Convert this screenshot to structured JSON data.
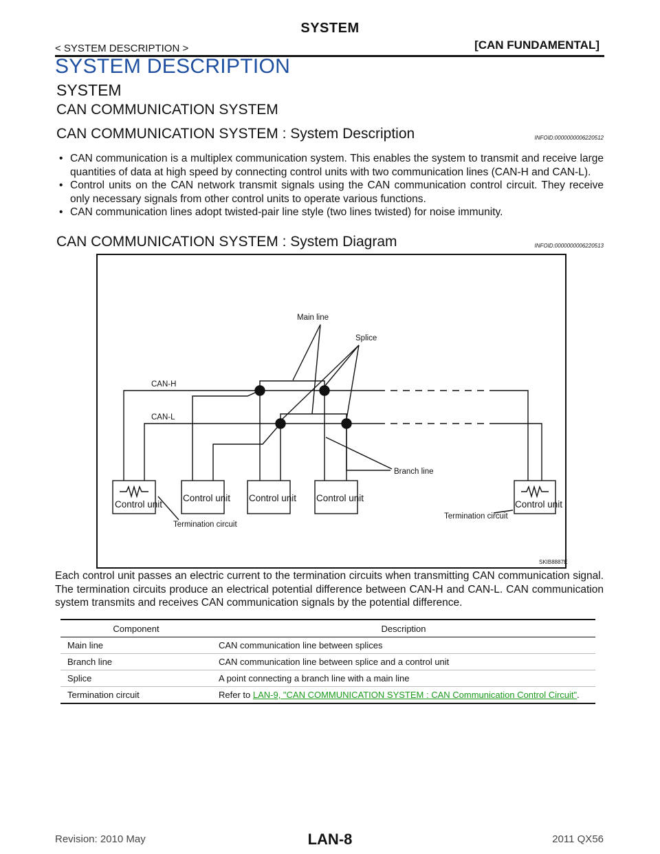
{
  "header": {
    "title": "SYSTEM",
    "breadcrumb": "< SYSTEM DESCRIPTION >",
    "section_tag": "[CAN FUNDAMENTAL]"
  },
  "headings": {
    "h1": "SYSTEM DESCRIPTION",
    "h2": "SYSTEM",
    "h3": "CAN COMMUNICATION SYSTEM",
    "h4_description": "CAN COMMUNICATION SYSTEM : System Description",
    "infoid_description": "INFOID:0000000006220512",
    "h4_diagram": "CAN COMMUNICATION SYSTEM : System Diagram",
    "infoid_diagram": "INFOID:0000000006220513"
  },
  "bullets": [
    "CAN communication is a multiplex communication system. This enables the system to transmit and receive large quantities of data at high speed by connecting control units with two communication lines (CAN-H and CAN-L).",
    "Control units on the CAN network transmit signals using the CAN communication control circuit. They receive only necessary signals from other control units to operate various functions.",
    "CAN communication lines adopt twisted-pair line style (two lines twisted) for noise immunity."
  ],
  "diagram": {
    "label_main_line": "Main line",
    "label_splice": "Splice",
    "label_can_h": "CAN-H",
    "label_can_l": "CAN-L",
    "label_branch_line": "Branch line",
    "label_control_unit": "Control unit",
    "label_termination_left": "Termination circuit",
    "label_termination_right": "Termination circuit",
    "figure_code": "SKIB8887E"
  },
  "paragraph": "Each control unit passes an electric current to the termination circuits when transmitting CAN communication signal. The termination circuits produce an electrical potential difference between CAN-H and CAN-L. CAN communication system transmits and receives CAN communication signals by the potential difference.",
  "table": {
    "headers": [
      "Component",
      "Description"
    ],
    "rows": [
      {
        "component": "Main line",
        "description": "CAN communication line between splices"
      },
      {
        "component": "Branch line",
        "description": "CAN communication line between splice and a control unit"
      },
      {
        "component": "Splice",
        "description": "A point connecting a branch line with a main line"
      },
      {
        "component": "Termination circuit",
        "description_prefix": "Refer to ",
        "link_text": "LAN-9, \"CAN COMMUNICATION SYSTEM : CAN Communication Control Circuit\"",
        "description_suffix": "."
      }
    ]
  },
  "footer": {
    "revision": "Revision: 2010 May",
    "page": "LAN-8",
    "model": "2011 QX56"
  },
  "colors": {
    "heading_blue": "#1e4fa0",
    "link_green": "#1a9a1a"
  }
}
